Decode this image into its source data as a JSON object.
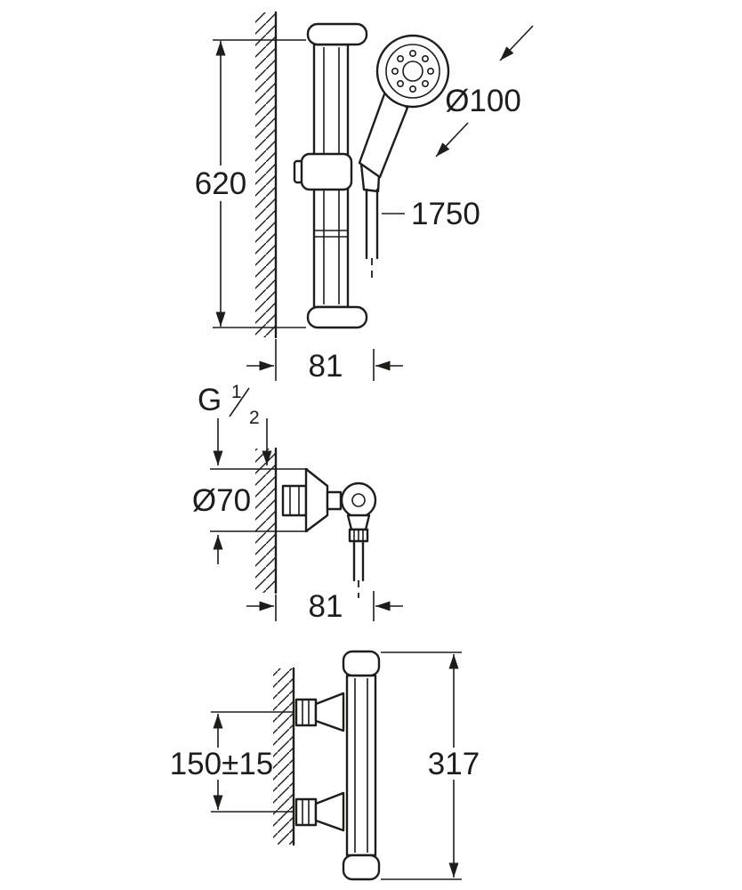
{
  "figures": {
    "shower_rail_set": {
      "rail_height": "620",
      "head_diameter": "Ø100",
      "hose_length": "1750",
      "wall_offset": "81"
    },
    "shower_valve": {
      "thread_letter": "G",
      "thread_numerator": "1",
      "thread_denominator": "2",
      "escutcheon_diameter": "Ø70",
      "wall_offset": "81"
    },
    "thermostat": {
      "connection_spacing": "150±15",
      "body_height": "317"
    }
  },
  "colors": {
    "line": "#1d1d1b",
    "background": "#ffffff"
  }
}
